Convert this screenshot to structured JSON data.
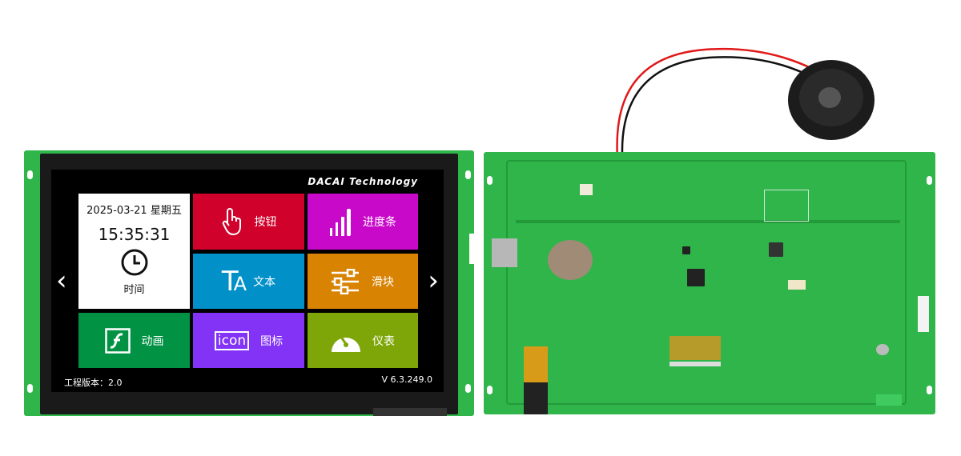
{
  "screen": {
    "brand": "DACAI Technology",
    "clock": {
      "date": "2025-03-21 星期五",
      "time": "15:35:31",
      "label": "时间"
    },
    "tiles": [
      {
        "label": "按钮",
        "icon": "hand-pointer-icon",
        "color": "#d0022b"
      },
      {
        "label": "进度条",
        "icon": "signal-bars-icon",
        "color": "#c809c9"
      },
      {
        "label": "文本",
        "icon": "text-ta-icon",
        "color": "#0290c9"
      },
      {
        "label": "滑块",
        "icon": "sliders-icon",
        "color": "#d88302"
      },
      {
        "label": "动画",
        "icon": "flash-icon",
        "color": "#029244"
      },
      {
        "label": "图标",
        "icon": "icon-text-icon",
        "icon_text": "icon",
        "color": "#8233f5"
      },
      {
        "label": "仪表",
        "icon": "gauge-icon",
        "color": "#7ea608"
      }
    ],
    "footer": {
      "project_version": "工程版本：2.0",
      "firmware_version": "V 6.3.249.0"
    }
  },
  "colors": {
    "pcb": "#2fb54a",
    "screen": "#000000"
  }
}
